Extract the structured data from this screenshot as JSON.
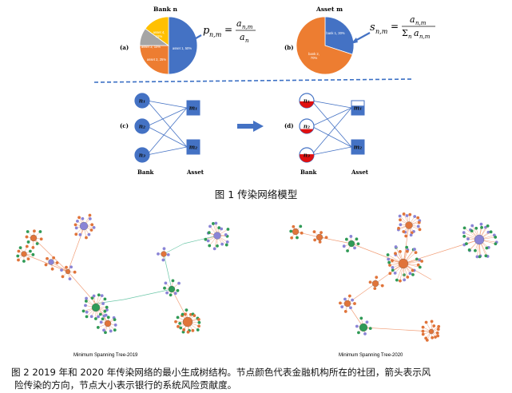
{
  "fig1": {
    "panel_a": {
      "label": "(a)",
      "title": "Bank n",
      "pie": [
        {
          "label": "asset 1, 50%",
          "value": 50,
          "color": "#4472c4"
        },
        {
          "label": "asset 2, 25%",
          "value": 25,
          "color": "#ed7d31"
        },
        {
          "label": "asset 3, 10%",
          "value": 10,
          "color": "#a5a5a5"
        },
        {
          "label": "asset 4, 15%",
          "value": 15,
          "color": "#ffc000"
        }
      ],
      "formula_lhs": "p",
      "formula_sub": "n,m",
      "formula_num": "a",
      "formula_num_sub": "n,m",
      "formula_den": "a",
      "formula_den_sub": "n"
    },
    "panel_b": {
      "label": "(b)",
      "title": "Asset m",
      "pie": [
        {
          "label": "bank 1, 30%",
          "value": 30,
          "color": "#4472c4"
        },
        {
          "label": "bank 2, 70%",
          "value": 70,
          "color": "#ed7d31"
        }
      ],
      "formula_lhs": "s",
      "formula_sub": "n,m",
      "formula_num": "a",
      "formula_num_sub": "n,m",
      "formula_den": "Σ",
      "formula_den_sub2": "n",
      "formula_den_a": "a",
      "formula_den_asub": "n,m"
    },
    "panel_c": {
      "label": "(c)",
      "banks": [
        "n₁",
        "n₂",
        "n₃"
      ],
      "assets": [
        "m₁",
        "m₂"
      ],
      "bank_axis": "Bank",
      "asset_axis": "Asset"
    },
    "panel_d": {
      "label": "(d)",
      "banks": [
        "n₁",
        "n₂",
        "n₃"
      ],
      "assets": [
        "m₁",
        "m₂"
      ],
      "bank_axis": "Bank",
      "asset_axis": "Asset"
    },
    "caption": "图 1 传染网络模型"
  },
  "fig2": {
    "left_label": "Minimum Spanning Tree-2019",
    "right_label": "Minimum Spanning Tree-2020",
    "caption_line1": "图 2 2019 年和 2020 年传染网络的最小生成树结构。节点颜色代表金融机构所在的社团，箭头表示风",
    "caption_line2": "险传染的方向，节点大小表示银行的系统风险贡献度。"
  },
  "colors": {
    "blue": "#4472c4",
    "orange": "#ed7d31",
    "red": "#e01010",
    "purple_node": "#8a84d6",
    "orange_node": "#e0743a",
    "green_node": "#2f9a56",
    "edge_orange": "#f2a07a",
    "edge_green": "#6cc7a8",
    "dash": "#3a6fc4"
  }
}
